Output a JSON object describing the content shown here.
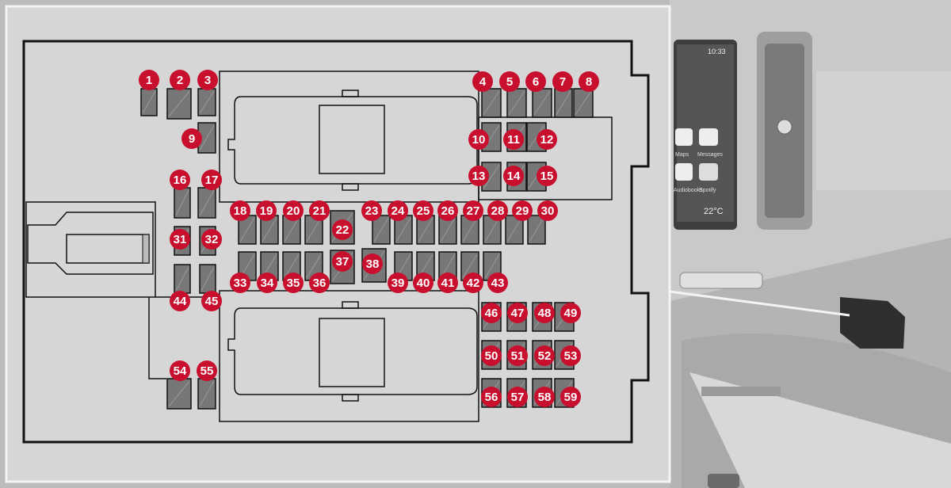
{
  "dashboard": {
    "screen_time": "10:33",
    "apps": [
      "Maps",
      "Messages",
      "Audiobooks",
      "Spotify"
    ],
    "temperature": "22°C"
  },
  "fuse_labels": [
    "1",
    "2",
    "3",
    "4",
    "5",
    "6",
    "7",
    "8",
    "9",
    "10",
    "11",
    "12",
    "13",
    "14",
    "15",
    "16",
    "17",
    "18",
    "19",
    "20",
    "21",
    "22",
    "23",
    "24",
    "25",
    "26",
    "27",
    "28",
    "29",
    "30",
    "31",
    "32",
    "33",
    "34",
    "35",
    "36",
    "37",
    "38",
    "39",
    "40",
    "41",
    "42",
    "43",
    "44",
    "45",
    "46",
    "47",
    "48",
    "49",
    "50",
    "51",
    "52",
    "53",
    "54",
    "55",
    "56",
    "57",
    "58",
    "59"
  ],
  "colors": {
    "label_fill": "#c8102e",
    "fuse_fill": "#777777",
    "panel_fill": "#d6d6d6",
    "line": "#111111"
  }
}
